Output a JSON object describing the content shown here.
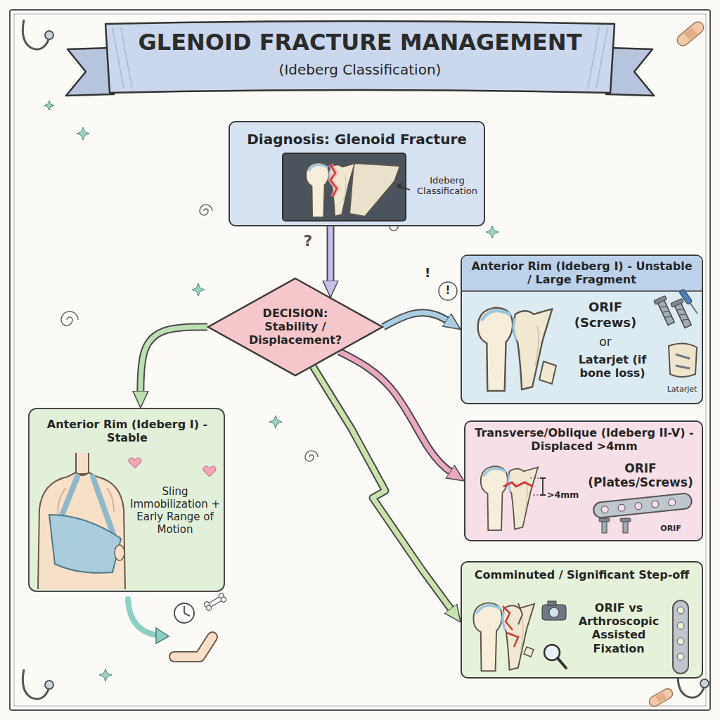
{
  "diagram": {
    "title": "GLENOID FRACTURE MANAGEMENT",
    "nodes": [
      {
        "text": [
          "Diagnosis: Glenoid Fracture"
        ]
      },
      {
        "text": [
          "DECISION: Stability / Displacement?"
        ]
      },
      {
        "text": [
          "Anterior Rim (Ideberg I) - Unstable / Large Fragment",
          "ORIF (Screws)",
          "or",
          "Latarjet (if bone loss)"
        ]
      },
      {
        "text": [
          "Transverse/Oblique (Ideberg II-V) - Displaced >4mm",
          "ORIF (Plates/Screws)"
        ]
      },
      {
        "text": [
          "Anterior Rim (Ideberg I) - Stable",
          "Sling Immobilization + Early Range of Motion"
        ]
      },
      {
        "text": [
          "Comminuted / Significant Step-off",
          "ORIF vs Arthroscopic Assisted Fixation"
        ]
      }
    ],
    "edges": [
      {
        "from": 0,
        "to": 1,
        "arrow": "to"
      },
      {
        "from": 1,
        "to": 2,
        "arrow": "to"
      },
      {
        "from": 1,
        "to": 3,
        "arrow": "to"
      },
      {
        "from": 1,
        "to": 4,
        "arrow": "to"
      },
      {
        "from": 1,
        "to": 5,
        "arrow": "to"
      }
    ],
    "labels": [
      "(Ideberg Classification)",
      "Ideberg Classification",
      "?",
      "!",
      "!",
      "Latarjet",
      ">4mm",
      "ORIF"
    ]
  }
}
